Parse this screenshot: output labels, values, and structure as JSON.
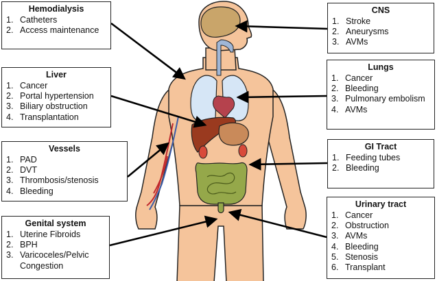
{
  "colors": {
    "skin": "#f5c49b",
    "skin_outline": "#222222",
    "brain": "#c9a56a",
    "lungs": "#d6e6f6",
    "heart": "#b5424d",
    "liver": "#9a3a1f",
    "stomach": "#c98a5a",
    "kidney": "#d84a3a",
    "intestine": "#95a84a",
    "artery": "#c0282d",
    "vein": "#3b5ba8",
    "trachea": "#9fb6d6",
    "arrow": "#000000"
  },
  "boxes": {
    "hemodialysis": {
      "title": "Hemodialysis",
      "items": [
        {
          "num": "1.",
          "text": "Catheters"
        },
        {
          "num": "2.",
          "text": "Access maintenance"
        }
      ]
    },
    "liver": {
      "title": "Liver",
      "items": [
        {
          "num": "1.",
          "text": "Cancer"
        },
        {
          "num": "2.",
          "text": "Portal hypertension"
        },
        {
          "num": "3.",
          "text": "Biliary obstruction"
        },
        {
          "num": "4.",
          "text": "Transplantation"
        }
      ]
    },
    "vessels": {
      "title": "Vessels",
      "items": [
        {
          "num": "1.",
          "text": "PAD"
        },
        {
          "num": "2.",
          "text": "DVT"
        },
        {
          "num": "3.",
          "text": "Thrombosis/stenosis"
        },
        {
          "num": "4.",
          "text": "Bleeding"
        }
      ]
    },
    "genital": {
      "title": "Genital system",
      "items": [
        {
          "num": "1.",
          "text": "Uterine Fibroids"
        },
        {
          "num": "2.",
          "text": "BPH"
        },
        {
          "num": "3.",
          "text": "Varicoceles/Pelvic Congestion"
        }
      ]
    },
    "cns": {
      "title": "CNS",
      "items": [
        {
          "num": "1.",
          "text": "Stroke"
        },
        {
          "num": "2.",
          "text": "Aneurysms"
        },
        {
          "num": "3.",
          "text": "AVMs"
        }
      ]
    },
    "lungs": {
      "title": "Lungs",
      "items": [
        {
          "num": "1.",
          "text": "Cancer"
        },
        {
          "num": "2.",
          "text": "Bleeding"
        },
        {
          "num": "3.",
          "text": "Pulmonary embolism"
        },
        {
          "num": "4.",
          "text": "AVMs"
        }
      ]
    },
    "gi": {
      "title": "GI Tract",
      "items": [
        {
          "num": "1.",
          "text": "Feeding tubes"
        },
        {
          "num": "2.",
          "text": "Bleeding"
        }
      ]
    },
    "urinary": {
      "title": "Urinary tract",
      "items": [
        {
          "num": "1.",
          "text": "Cancer"
        },
        {
          "num": "2.",
          "text": "Obstruction"
        },
        {
          "num": "3.",
          "text": "AVMs"
        },
        {
          "num": "4.",
          "text": "Bleeding"
        },
        {
          "num": "5.",
          "text": "Stenosis"
        },
        {
          "num": "6.",
          "text": "Transplant"
        }
      ]
    }
  }
}
